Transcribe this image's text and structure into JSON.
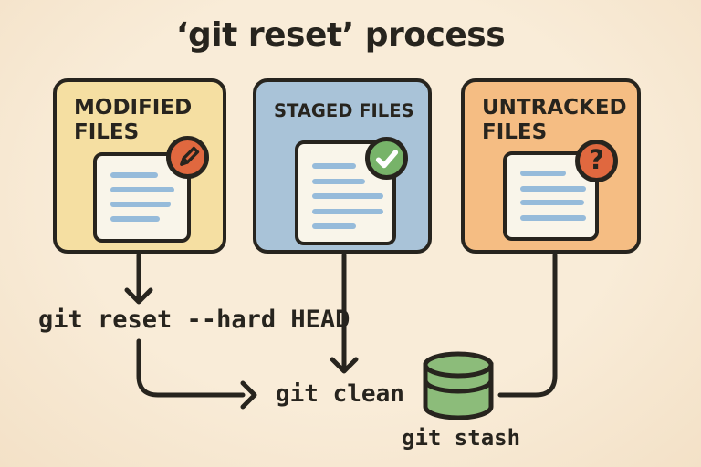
{
  "title": "‘git reset’ process",
  "boxes": [
    {
      "id": "modified-files",
      "label_lines": [
        "MODIFIED",
        "FILES"
      ],
      "fill": "#f5dfa2",
      "badge": "pencil-icon",
      "badge_color": "#e0683f",
      "doc_line_count": 4
    },
    {
      "id": "staged-files",
      "label_lines": [
        "STAGED FILES"
      ],
      "fill": "#a9c3d8",
      "badge": "check-icon",
      "badge_color": "#77b369",
      "doc_line_count": 5
    },
    {
      "id": "untracked-files",
      "label_lines": [
        "UNTRACKED",
        "FILES"
      ],
      "fill": "#f5bd83",
      "badge": "question-mark-icon",
      "badge_color": "#e0683f",
      "badge_glyph": "?",
      "doc_line_count": 4
    }
  ],
  "commands": {
    "reset": "git reset --hard HEAD",
    "clean": "git clean",
    "stash": "git stash"
  },
  "stash_icon": "database-cylinder-icon",
  "colors": {
    "background": "#f8e9d3",
    "stroke": "#27241e",
    "doc_fill": "#f9f5ea",
    "doc_line_blue": "#96bbda",
    "cylinder_green": "#8cbc7a",
    "badge_orange": "#e0683f",
    "badge_green": "#77b369",
    "box_yellow": "#f5dfa2",
    "box_blue": "#a9c3d8",
    "box_orange": "#f5bd83"
  }
}
